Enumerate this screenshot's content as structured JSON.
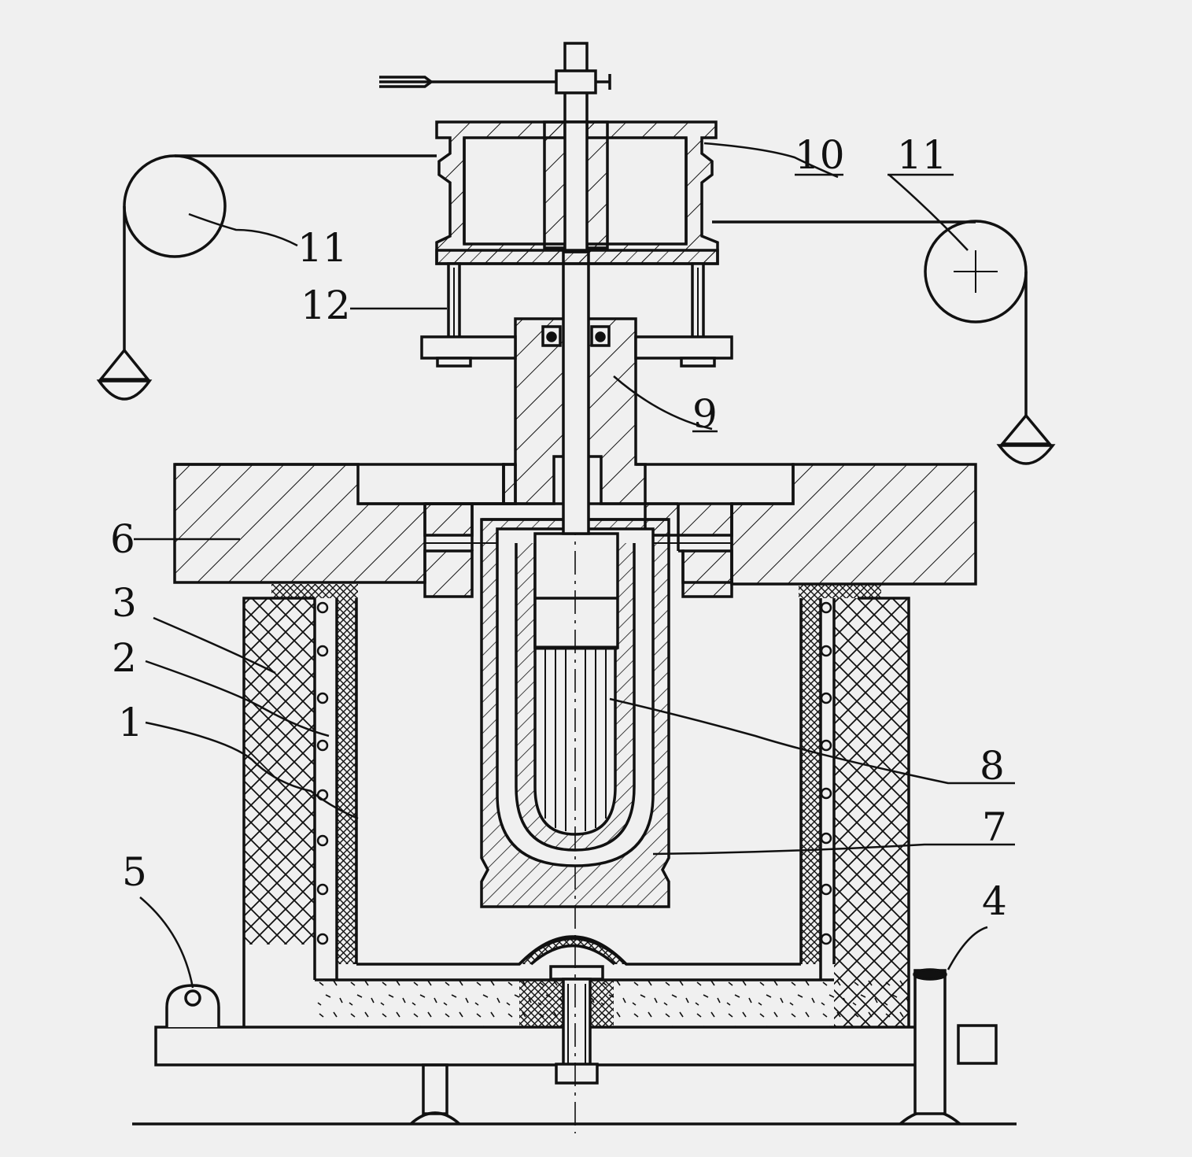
{
  "colors": {
    "background": "#f0f0f0",
    "ink": "#111111"
  },
  "labels": {
    "l1": "1",
    "l2": "2",
    "l3": "3",
    "l4": "4",
    "l5": "5",
    "l6": "6",
    "l7": "7",
    "l8": "8",
    "l9": "9",
    "l10": "10",
    "l11_left": "11",
    "l11_right": "11",
    "l12": "12"
  }
}
